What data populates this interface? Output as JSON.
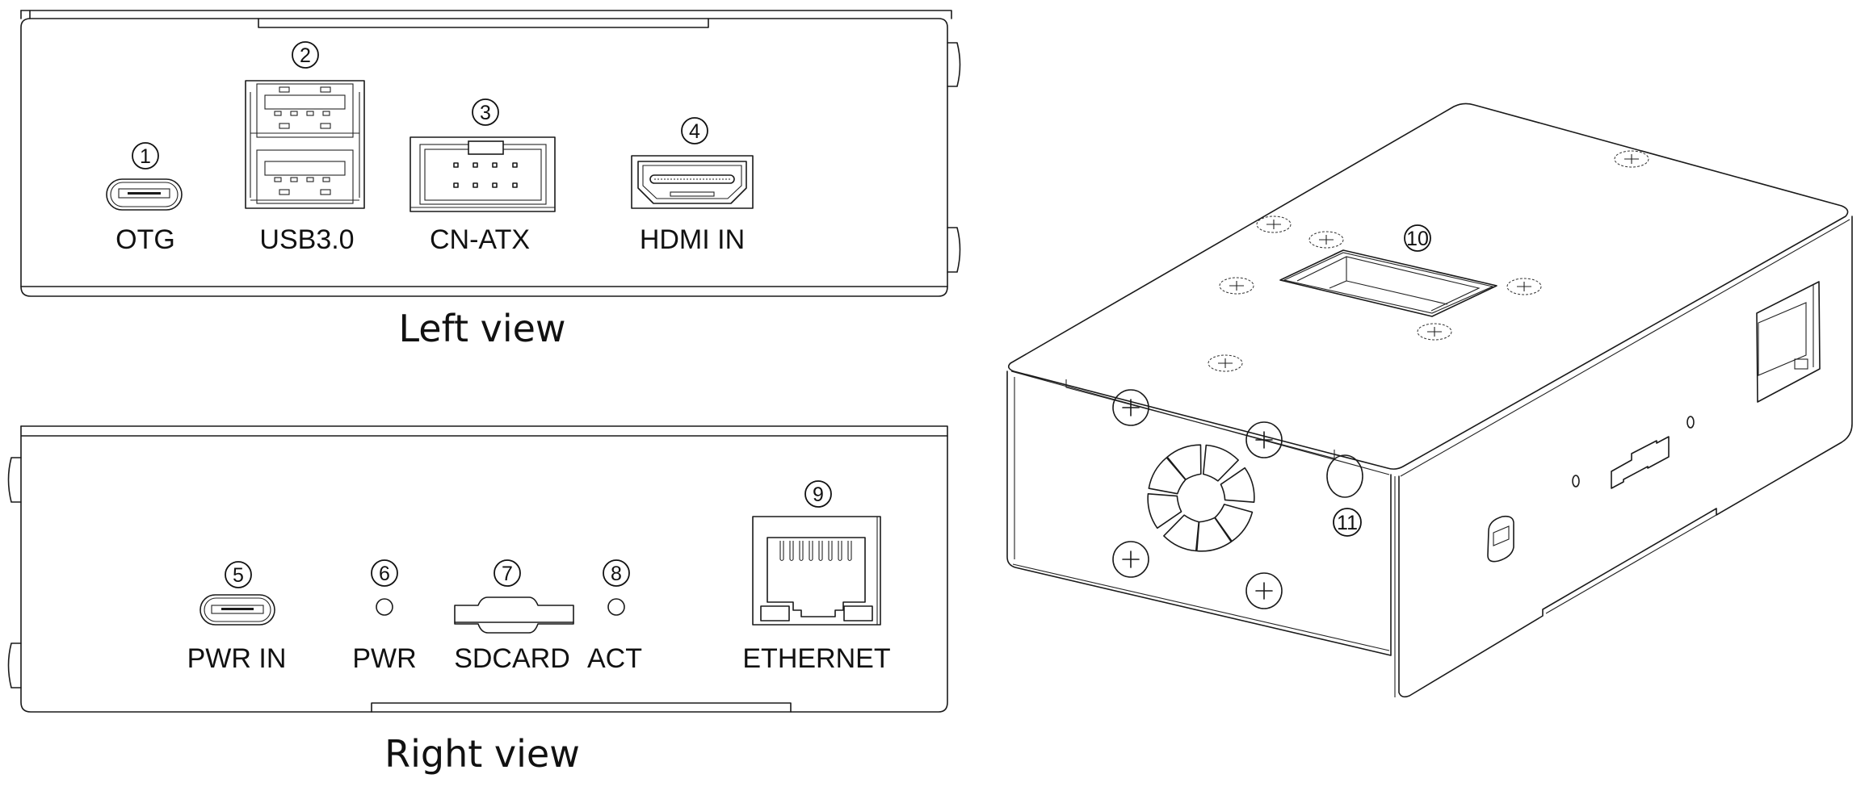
{
  "diagram": {
    "views": {
      "left": {
        "caption": "Left view",
        "ports": [
          {
            "callout": "1",
            "label": "OTG",
            "type": "usb-c"
          },
          {
            "callout": "2",
            "label": "USB3.0",
            "type": "usb-a-dual"
          },
          {
            "callout": "3",
            "label": "CN-ATX",
            "type": "pin-header-2x4"
          },
          {
            "callout": "4",
            "label": "HDMI IN",
            "type": "hdmi"
          }
        ]
      },
      "right": {
        "caption": "Right view",
        "ports": [
          {
            "callout": "5",
            "label": "PWR IN",
            "type": "usb-c"
          },
          {
            "callout": "6",
            "label": "PWR",
            "type": "led"
          },
          {
            "callout": "7",
            "label": "SDCARD",
            "type": "sd-slot"
          },
          {
            "callout": "8",
            "label": "ACT",
            "type": "led"
          },
          {
            "callout": "9",
            "label": "ETHERNET",
            "type": "rj45"
          }
        ]
      },
      "isometric": {
        "callouts": [
          {
            "callout": "10",
            "refers_to": "top-window"
          },
          {
            "callout": "11",
            "refers_to": "front-button"
          }
        ]
      }
    },
    "colors": {
      "line": "#1a1a1a",
      "background": "#ffffff"
    }
  }
}
